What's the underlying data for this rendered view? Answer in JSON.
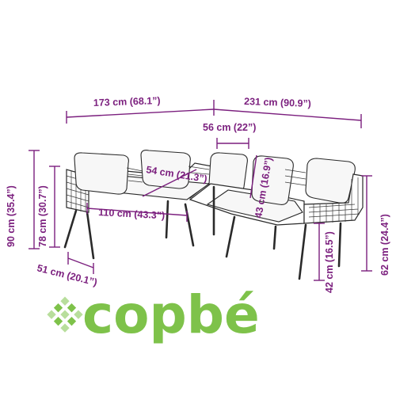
{
  "dimensions": {
    "total_width_left": "173 cm (68.1”)",
    "total_width_right": "231 cm (90.9”)",
    "seat_depth": "56 cm (22”)",
    "seat_width": "54 cm (21.3”)",
    "back_height": "43 cm (16.9”)",
    "sofa_length": "110 cm (43.3”)",
    "total_height": "90 cm (35.4”)",
    "backrest_height": "78 cm (30.7”)",
    "depth": "51 cm (20.1”)",
    "seat_height": "42 cm (16.5”)",
    "armrest_height": "62 cm (24.4”)"
  },
  "logo": {
    "text": "copbé",
    "color": "#7ec24a"
  },
  "colors": {
    "dimension": "#7b1f7e",
    "outline": "#2a2a2a"
  }
}
